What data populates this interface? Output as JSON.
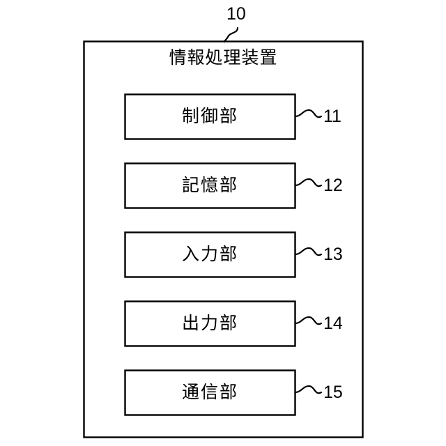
{
  "figure": {
    "device": {
      "title": "情報処理装置",
      "ref": "10"
    },
    "blocks": [
      {
        "label": "制御部",
        "ref": "11"
      },
      {
        "label": "記憶部",
        "ref": "12"
      },
      {
        "label": "入力部",
        "ref": "13"
      },
      {
        "label": "出力部",
        "ref": "14"
      },
      {
        "label": "通信部",
        "ref": "15"
      }
    ],
    "colors": {
      "stroke": "#000000",
      "background": "#ffffff",
      "text": "#000000"
    }
  }
}
